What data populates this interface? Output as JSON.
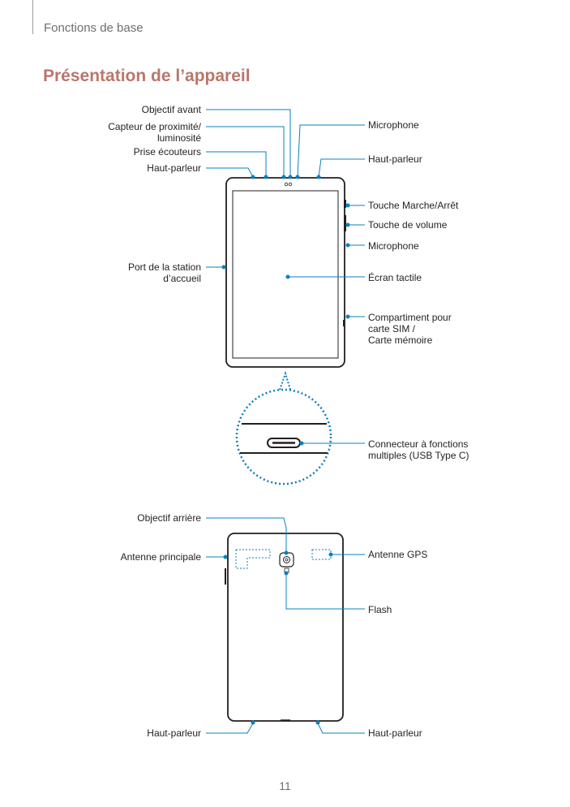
{
  "header": {
    "section": "Fonctions de base"
  },
  "page_title": "Présentation de l’appareil",
  "front_labels": {
    "objectif_avant": "Objectif avant",
    "capteur_line1": "Capteur de proximité/",
    "capteur_line2": "luminosité",
    "prise_ecouteurs": "Prise écouteurs",
    "haut_parleur_left": "Haut-parleur",
    "port_line1": "Port de la station",
    "port_line2": "d’accueil",
    "microphone_top": "Microphone",
    "haut_parleur_right": "Haut-parleur",
    "touche_marche": "Touche Marche/Arrêt",
    "touche_volume": "Touche de volume",
    "microphone_side": "Microphone",
    "ecran_tactile": "Écran tactile",
    "compartiment_line1": "Compartiment pour",
    "compartiment_line2": "carte SIM /",
    "compartiment_line3": "Carte mémoire",
    "connecteur_line1": "Connecteur à fonctions",
    "connecteur_line2": "multiples (USB Type C)"
  },
  "back_labels": {
    "objectif_arriere": "Objectif arrière",
    "antenne_principale": "Antenne principale",
    "antenne_gps": "Antenne GPS",
    "flash": "Flash",
    "haut_parleur_bottom_left": "Haut-parleur",
    "haut_parleur_bottom_right": "Haut-parleur"
  },
  "page_number": "11",
  "colors": {
    "callout": "#0a80bf",
    "title": "#b9776b",
    "device": "#231f20"
  }
}
